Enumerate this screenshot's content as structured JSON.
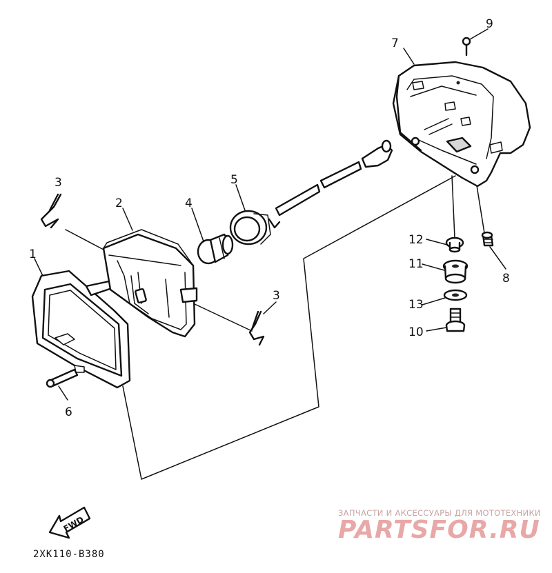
{
  "diagram": {
    "part_numbers": [
      {
        "id": "p1",
        "text": "1"
      },
      {
        "id": "p2",
        "text": "2"
      },
      {
        "id": "p3a",
        "text": "3"
      },
      {
        "id": "p3b",
        "text": "3"
      },
      {
        "id": "p4",
        "text": "4"
      },
      {
        "id": "p5",
        "text": "5"
      },
      {
        "id": "p6",
        "text": "6"
      },
      {
        "id": "p7",
        "text": "7"
      },
      {
        "id": "p8",
        "text": "8"
      },
      {
        "id": "p9",
        "text": "9"
      },
      {
        "id": "p10",
        "text": "10"
      },
      {
        "id": "p11",
        "text": "11"
      },
      {
        "id": "p12",
        "text": "12"
      },
      {
        "id": "p13",
        "text": "13"
      }
    ],
    "direction_label": "FWD",
    "diagram_code": "2XK110-B380"
  },
  "watermark": {
    "tagline": "ЗАПЧАСТИ И АКСЕССУАРЫ ДЛЯ МОТОТЕХНИКИ",
    "brand": "PARTSFOR.RU"
  }
}
